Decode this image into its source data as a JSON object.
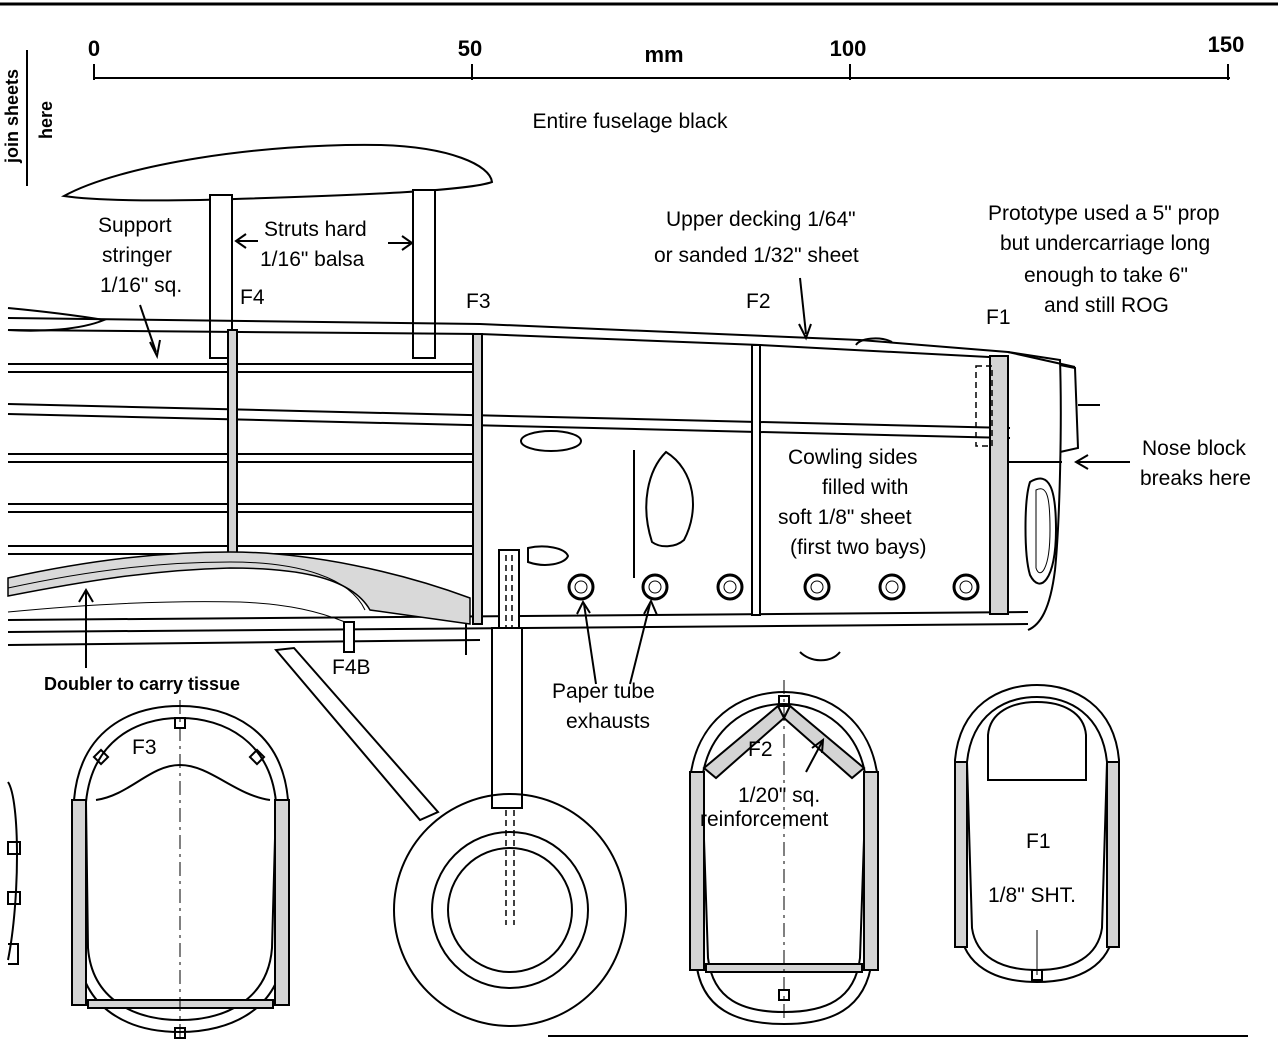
{
  "scale": {
    "ticks": [
      "0",
      "50",
      "100",
      "150"
    ],
    "unit": "mm"
  },
  "side_label": {
    "line1": "join sheets",
    "line2": "here"
  },
  "notes": {
    "fuselage_color": "Entire fuselage black",
    "support_stringer": [
      "Support",
      "stringer",
      "1/16\" sq."
    ],
    "struts": [
      "Struts hard",
      "1/16\" balsa"
    ],
    "upper_decking": [
      "Upper decking 1/64\"",
      "or sanded 1/32\" sheet"
    ],
    "prototype": [
      "Prototype used a 5\" prop",
      "but undercarriage long",
      "enough to take 6\"",
      "and still ROG"
    ],
    "nose_block": [
      "Nose block",
      "breaks here"
    ],
    "cowling": [
      "Cowling sides",
      "filled with",
      "soft 1/8\" sheet",
      "(first two bays)"
    ],
    "doubler": "Doubler to carry tissue",
    "exhausts": [
      "Paper tube",
      "exhausts"
    ],
    "reinforcement": [
      "1/20\" sq.",
      "reinforcement"
    ],
    "f1_material": "1/8\" SHT."
  },
  "formers": {
    "f1": "F1",
    "f2": "F2",
    "f3": "F3",
    "f4": "F4",
    "f4b": "F4B",
    "f3_section": "F3",
    "f2_section": "F2",
    "f1_section": "F1"
  },
  "colors": {
    "ink": "#000000",
    "paper": "#ffffff",
    "fill_grey": "#d9d9d9"
  }
}
